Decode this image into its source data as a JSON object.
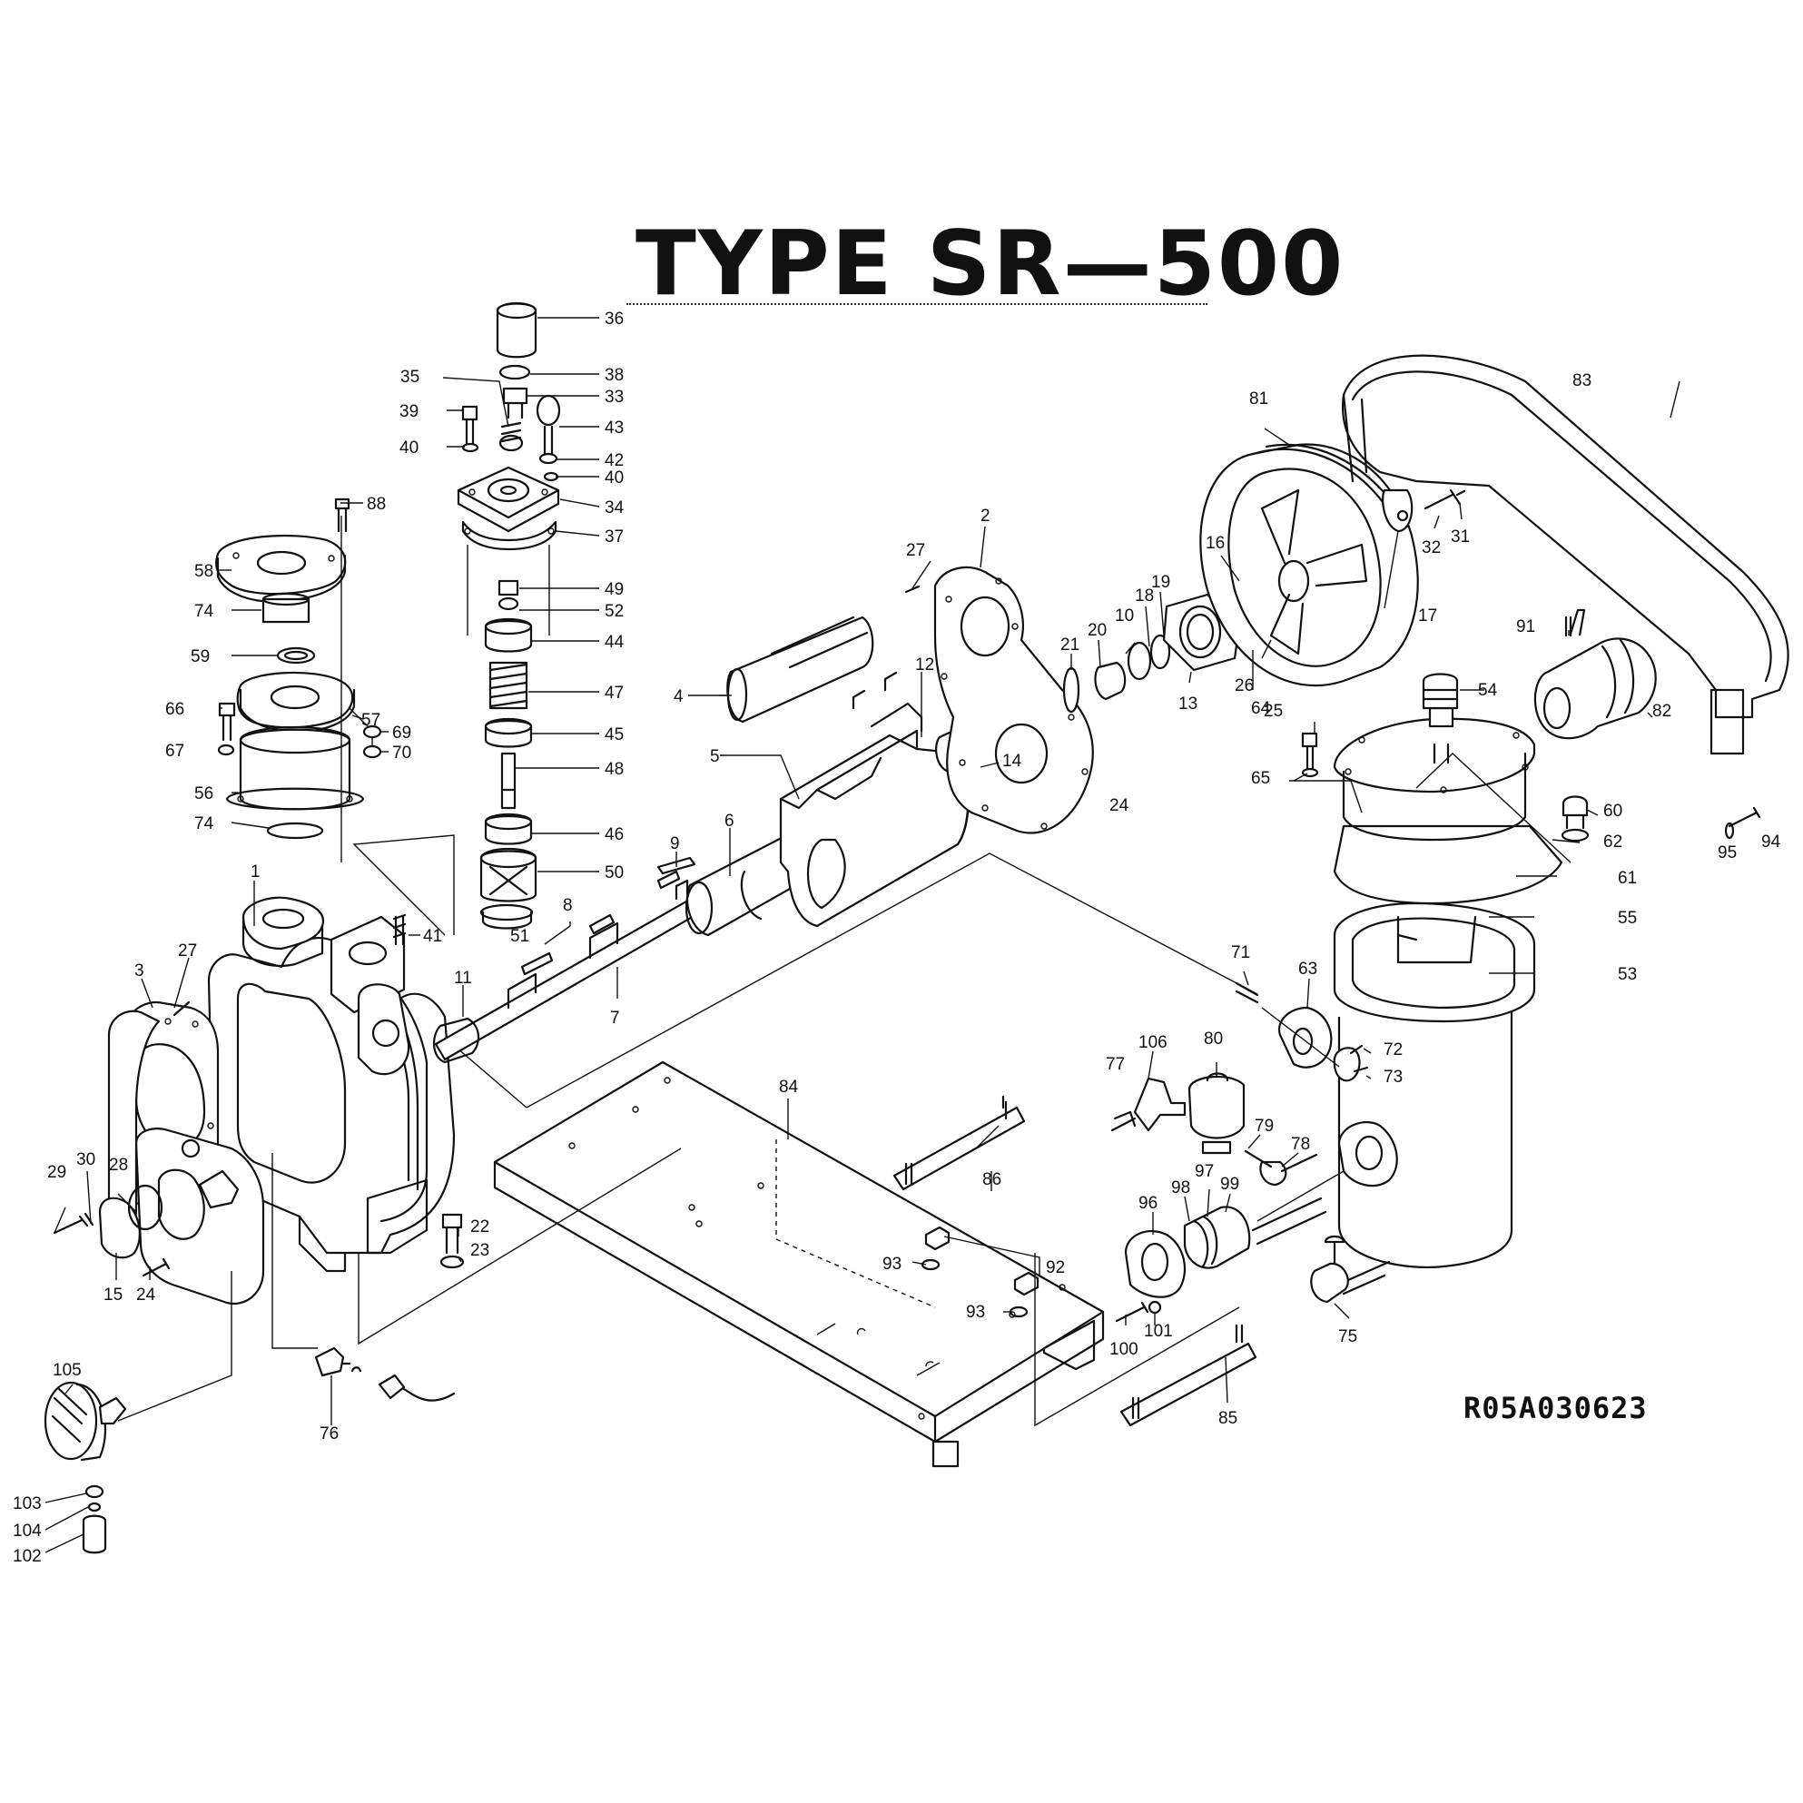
{
  "title": "TYPE SR—500",
  "drawing_code": "R05A030623",
  "part_labels": [
    "1",
    "2",
    "3",
    "4",
    "5",
    "6",
    "7",
    "8",
    "9",
    "10",
    "11",
    "12",
    "13",
    "14",
    "15",
    "16",
    "17",
    "18",
    "19",
    "20",
    "21",
    "22",
    "23",
    "24",
    "25",
    "26",
    "27",
    "28",
    "29",
    "30",
    "31",
    "32",
    "33",
    "34",
    "35",
    "36",
    "37",
    "38",
    "39",
    "40",
    "41",
    "42",
    "43",
    "44",
    "45",
    "46",
    "47",
    "48",
    "49",
    "50",
    "51",
    "52",
    "53",
    "54",
    "55",
    "56",
    "57",
    "58",
    "59",
    "60",
    "61",
    "62",
    "63",
    "64",
    "65",
    "66",
    "67",
    "69",
    "70",
    "71",
    "72",
    "73",
    "74",
    "75",
    "76",
    "77",
    "78",
    "79",
    "80",
    "81",
    "82",
    "83",
    "84",
    "85",
    "86",
    "88",
    "91",
    "92",
    "93",
    "94",
    "95",
    "96",
    "97",
    "98",
    "99",
    "100",
    "101",
    "102",
    "103",
    "104",
    "105",
    "106"
  ]
}
